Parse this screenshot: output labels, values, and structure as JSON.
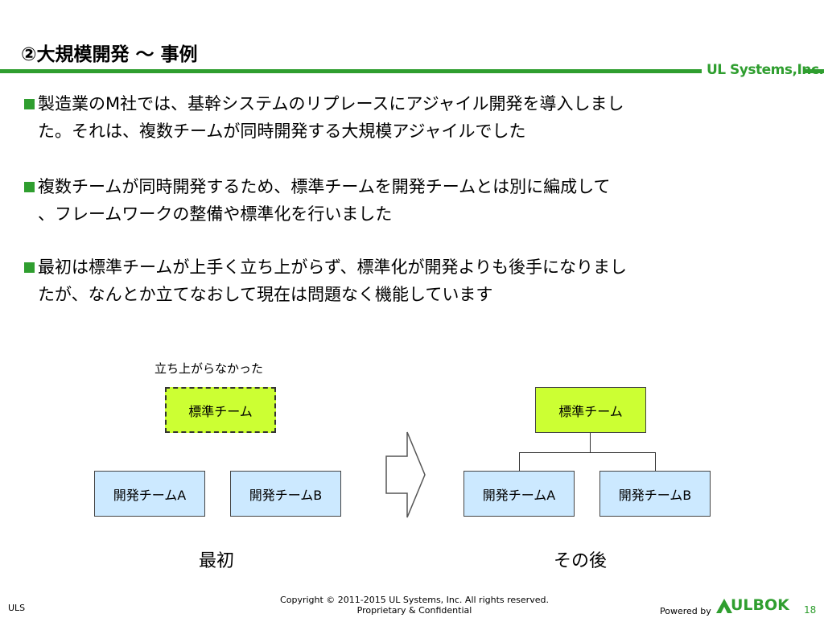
{
  "slide": {
    "title": "②大規模開発 ～ 事例",
    "brand": "UL Systems,Inc.",
    "bullets": [
      {
        "lines": [
          "製造業のM社では、基幹システムのリプレースにアジャイル開発を導入しまし",
          "た。それは、複数チームが同時開発する大規模アジャイルでした"
        ]
      },
      {
        "lines": [
          "複数チームが同時開発するため、標準チームを開発チームとは別に編成して",
          "、フレームワークの整備や標準化を行いました"
        ]
      },
      {
        "lines": [
          "最初は標準チームが上手く立ち上がらず、標準化が開発よりも後手になりまし",
          "たが、なんとか立てなおして現在は問題なく機能しています"
        ]
      }
    ]
  },
  "diagram": {
    "before": {
      "note": "立ち上がらなかった",
      "standard_team": "標準チーム",
      "dev_team_a": "開発チームA",
      "dev_team_b": "開発チームB",
      "caption": "最初"
    },
    "after": {
      "standard_team": "標準チーム",
      "dev_team_a": "開発チームA",
      "dev_team_b": "開発チームB",
      "caption": "その後"
    },
    "colors": {
      "standard": "#ccff33",
      "dev": "#cce9ff",
      "accent": "#2f9e2f"
    }
  },
  "footer": {
    "left": "ULS",
    "copyright": "Copyright © 2011-2015 UL Systems, Inc.  All rights reserved.",
    "confidential": "Proprietary & Confidential",
    "powered_by": "Powered by",
    "logo_text": "ULBOK",
    "page_number": "18"
  }
}
